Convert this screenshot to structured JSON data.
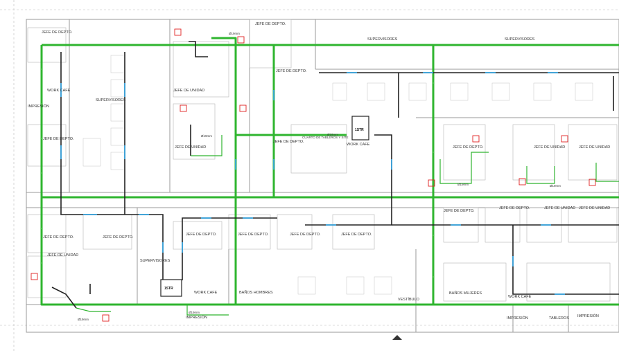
{
  "colors": {
    "walls": "#9a9a9a",
    "tray": "#2fb52f",
    "duct": "#222222",
    "duct_segment": "#3aa6e0",
    "marker": "#e02020"
  },
  "rooms": {
    "jefe_depto": "JEFE DE DEPTO.",
    "jefe_unidad": "JEFE DE UNIDAD",
    "supervisores": "SUPERVISORES",
    "work_cafe": "WORK CAFE",
    "impresion": "IMPRESIÓN",
    "tableros": "TABLEROS",
    "cuarto_tableros": "CUARTO DE TABLEROS Y SITE",
    "banos_hombres": "BAÑOS HOMBRES",
    "banos_mujeres": "BAÑOS MUJERES",
    "vestibulo": "VESTÍBULO"
  },
  "equipment": {
    "unit_tag": "1STR",
    "duct_size": "Ø19mm"
  },
  "north_arrow": "north-arrow"
}
